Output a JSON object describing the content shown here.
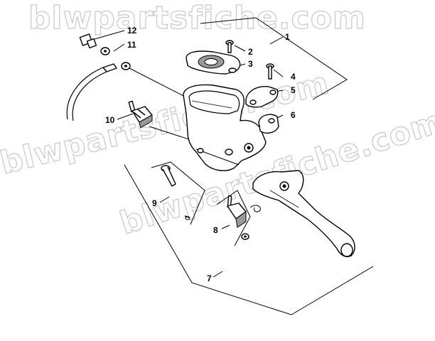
{
  "watermark": {
    "text1": "blwpartsfiche.com",
    "text2": "blwpartsfiche.com",
    "text3": "blwpartsfiche.com"
  },
  "callouts": {
    "c1": "1",
    "c2": "2",
    "c3": "3",
    "c4": "4",
    "c5": "5",
    "c6": "6",
    "c7": "7",
    "c8": "8",
    "c9": "9",
    "c10": "10",
    "c11": "11",
    "c12": "12"
  }
}
